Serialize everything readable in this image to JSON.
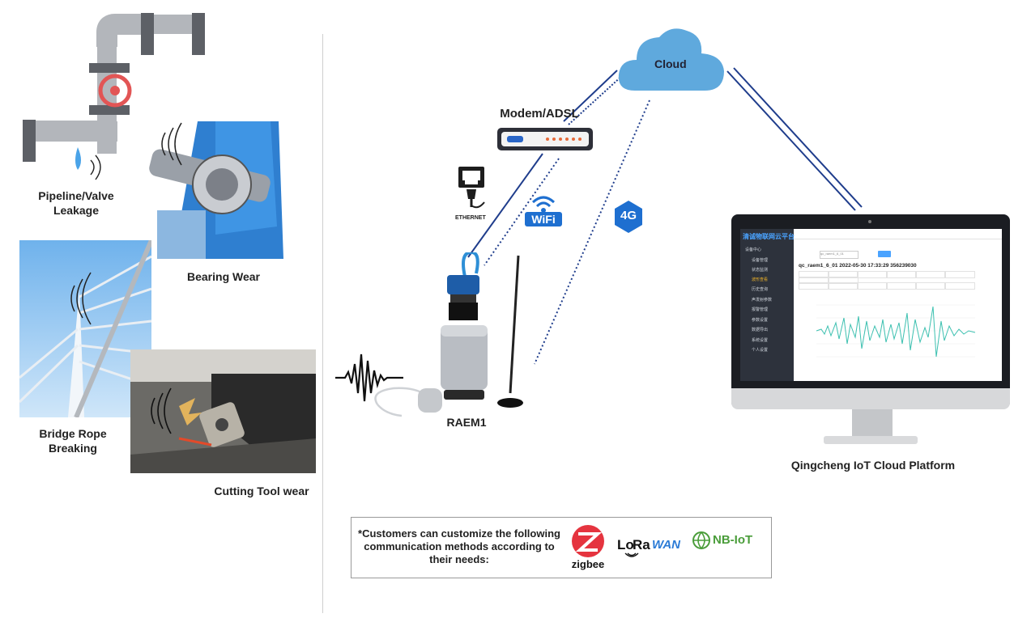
{
  "left_panel": {
    "captions": {
      "pipeline": "Pipeline/Valve\nLeakage",
      "bearing": "Bearing Wear",
      "bridge": "Bridge Rope\nBreaking",
      "cutting": "Cutting Tool wear"
    }
  },
  "network": {
    "cloud_label": "Cloud",
    "modem_label": "Modem/ADSL",
    "ethernet_label": "ETHERNET",
    "wifi_label": "WiFi",
    "cellular_label": "4G",
    "device_label": "RAEM1",
    "platform_label": "Qingcheng IoT Cloud Platform"
  },
  "note": {
    "text": "*Customers can customize the following communication methods according to their needs:",
    "logos": {
      "zigbee": "zigbee",
      "lorawan_lo": "Lo",
      "lorawan_ra": "Ra",
      "lorawan_wan": "WAN",
      "nbiot": "NB-IoT"
    }
  },
  "screen": {
    "app_title": "清诚物联网云平台",
    "heading": "qc_raem1_6_01 2022-05-30 17:33:29 356239030",
    "search_value": "qc_raem1_6_01",
    "menu_items": [
      "设备中心",
      "设备管理",
      "状态监测",
      "波形查看",
      "历史查询",
      "声发射参数",
      "报警管理",
      "参数设置",
      "数据导出",
      "系统设置",
      "个人设置"
    ]
  },
  "colors": {
    "cloud_blue": "#5fa9dd",
    "line_navy": "#1f3d8c",
    "wave_teal": "#3cc0b0",
    "zigbee_red": "#e5343f",
    "nbiot_green": "#4a9d3a",
    "wifi_blue": "#1e6fd0"
  }
}
